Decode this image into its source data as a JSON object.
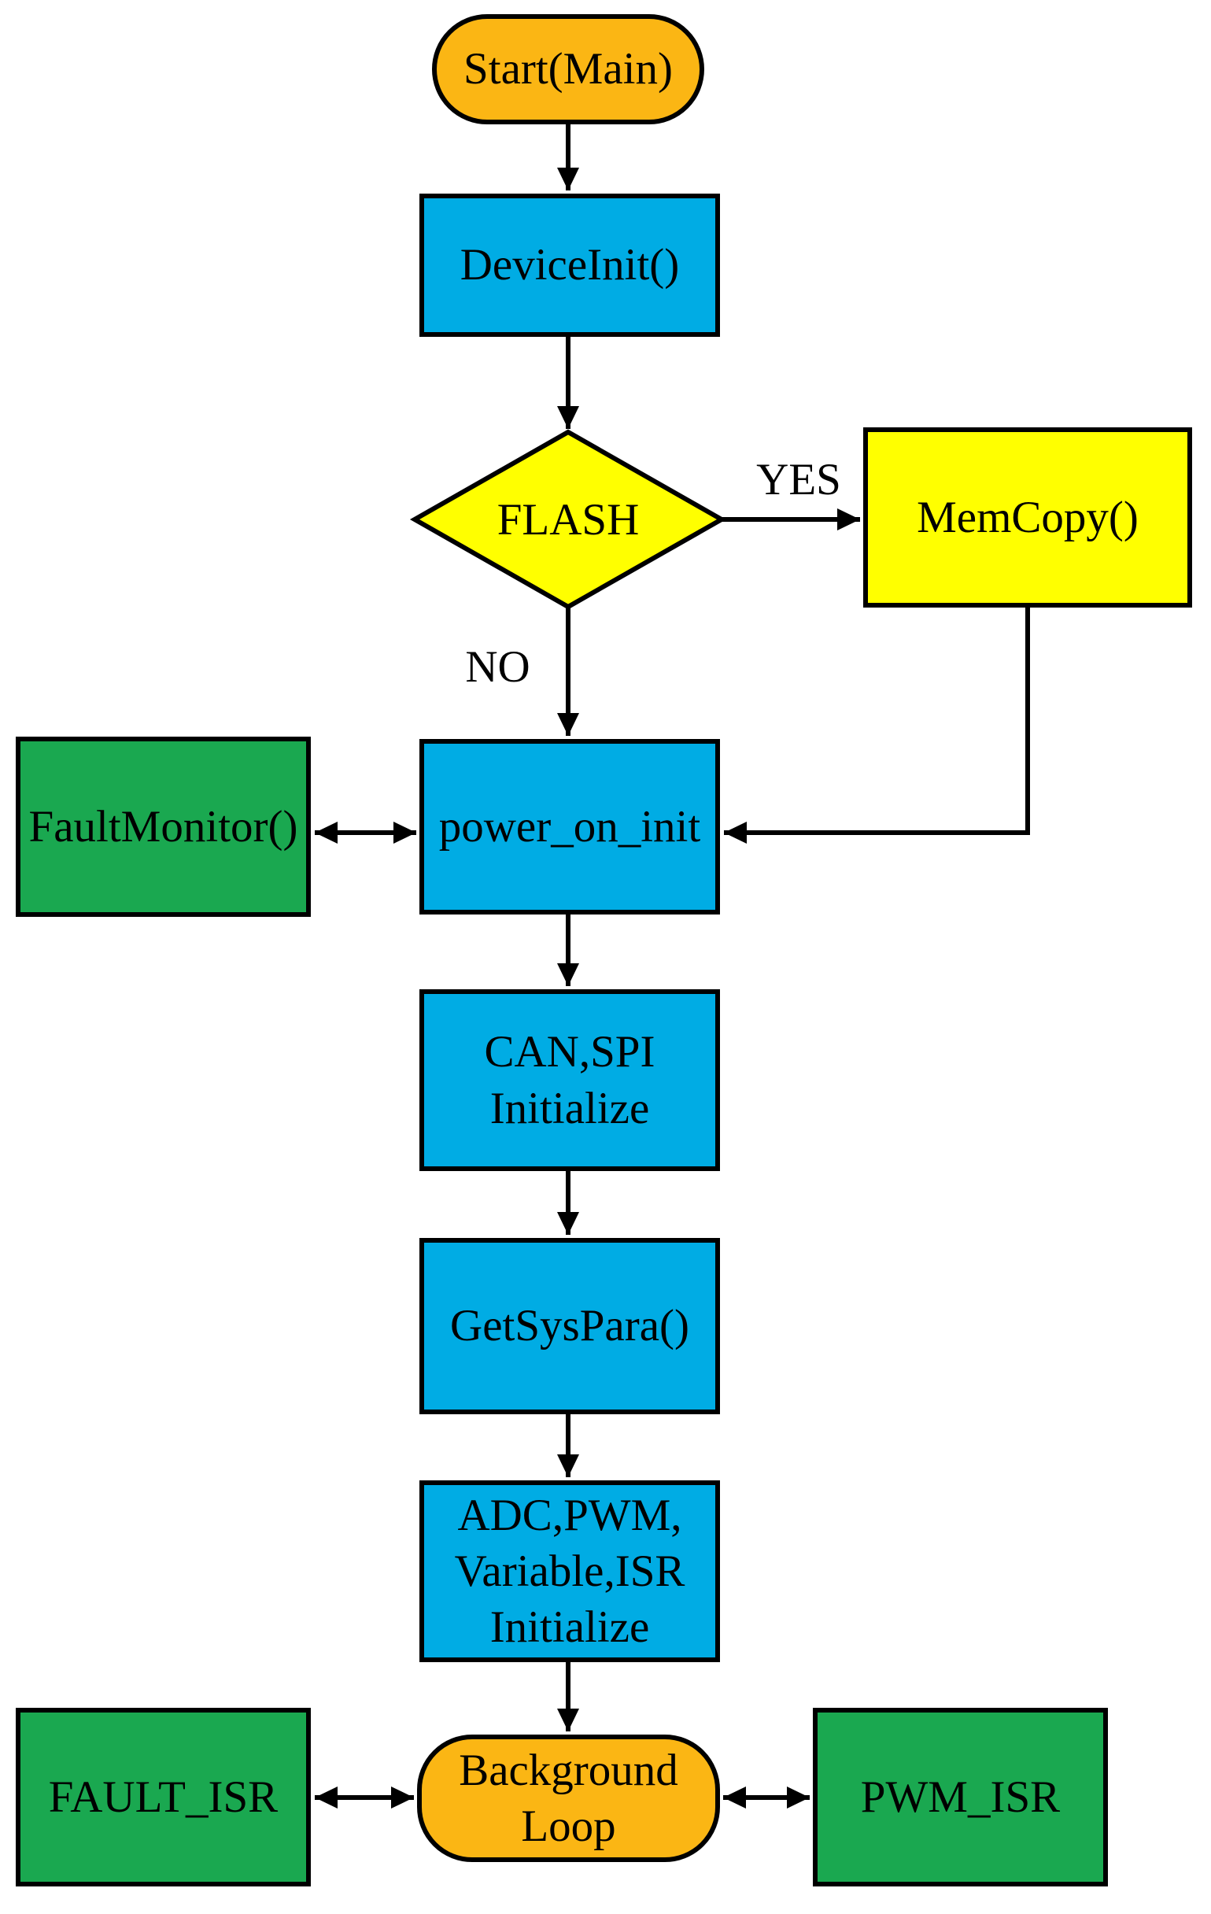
{
  "diagram": {
    "colors": {
      "terminator_fill": "#FBB614",
      "process_fill": "#00ACE4",
      "decision_fill": "#FFFF00",
      "isr_fill": "#1AA850",
      "outline": "#000000",
      "text": "#000000",
      "background": "#FFFFFF"
    },
    "nodes": {
      "start": {
        "label": "Start(Main)",
        "type": "terminator"
      },
      "device_init": {
        "label": "DeviceInit()",
        "type": "process"
      },
      "flash": {
        "label": "FLASH",
        "type": "decision"
      },
      "mem_copy": {
        "label": "MemCopy()",
        "type": "process"
      },
      "fault_monitor": {
        "label": "FaultMonitor()",
        "type": "subroutine"
      },
      "power_on_init": {
        "label": "power_on_init",
        "type": "process"
      },
      "can_spi": {
        "label": "CAN,SPI\nInitialize",
        "type": "process"
      },
      "get_sys_para": {
        "label": "GetSysPara()",
        "type": "process"
      },
      "adc_pwm": {
        "label": "ADC,PWM,\nVariable,ISR\nInitialize",
        "type": "process"
      },
      "background_loop": {
        "label": "Background\nLoop",
        "type": "terminator"
      },
      "fault_isr": {
        "label": "FAULT_ISR",
        "type": "subroutine"
      },
      "pwm_isr": {
        "label": "PWM_ISR",
        "type": "subroutine"
      }
    },
    "edge_labels": {
      "yes": "YES",
      "no": "NO"
    }
  }
}
